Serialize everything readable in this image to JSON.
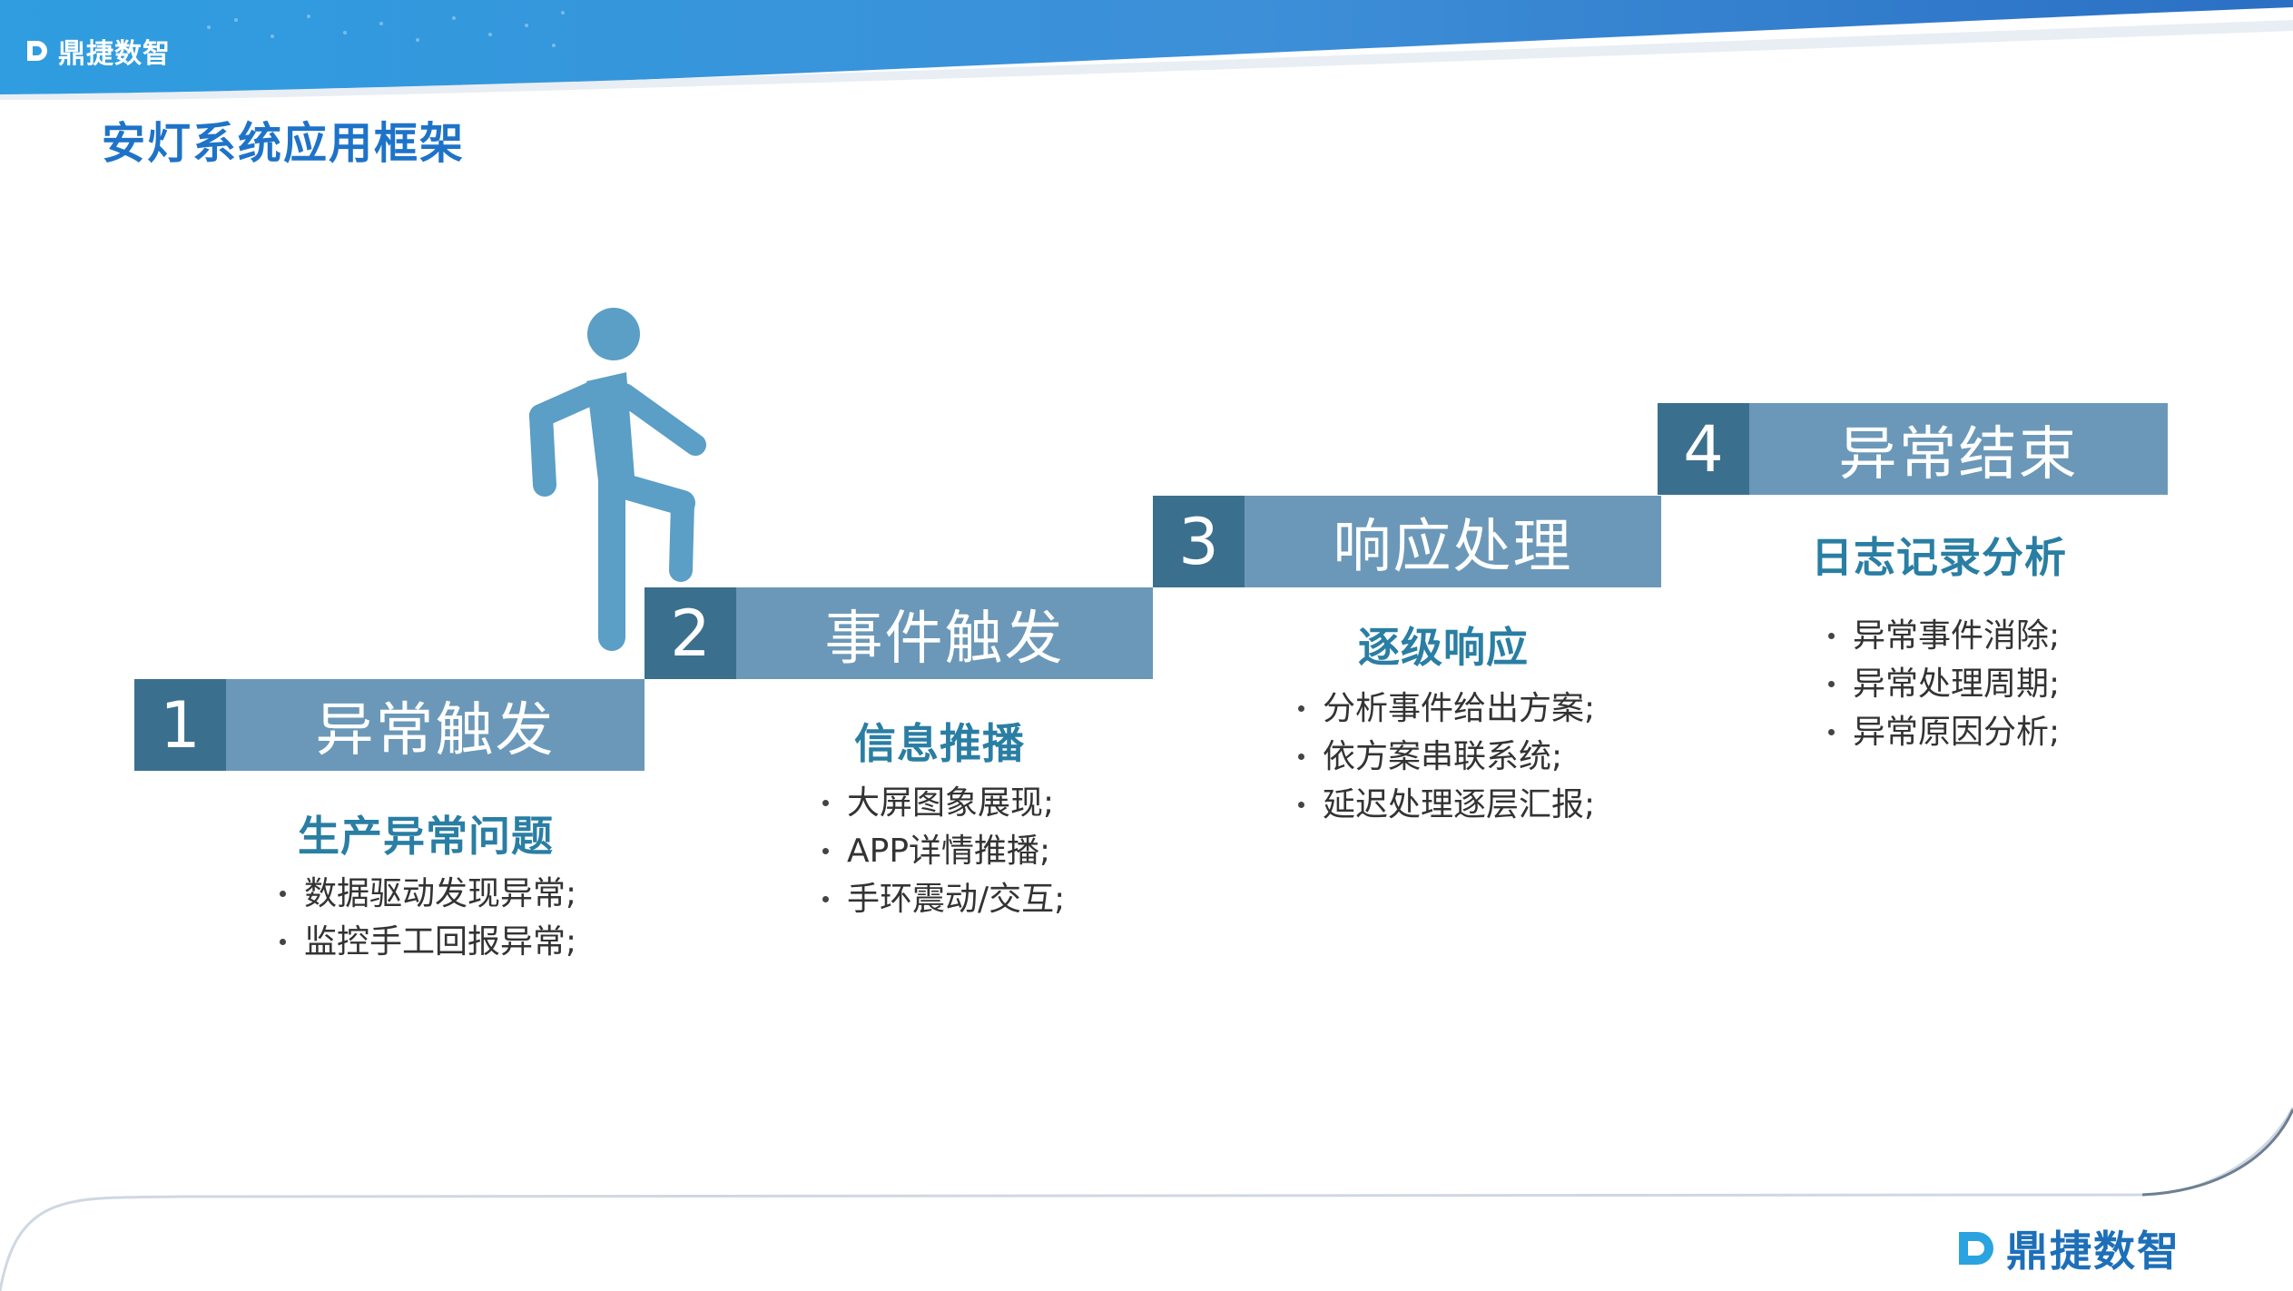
{
  "brand": {
    "name": "鼎捷数智"
  },
  "title": "安灯系统应用框架",
  "colors": {
    "accent": "#1e73c8",
    "step_number": "#3b6f8e",
    "step_label": "#6b98b8",
    "subtitle": "#2a7ea3",
    "figure": "#5b9ec6"
  },
  "steps": [
    {
      "number": "1",
      "label": "异常触发",
      "subtitle": "生产异常问题",
      "items": [
        "数据驱动发现异常;",
        "监控手工回报异常;"
      ]
    },
    {
      "number": "2",
      "label": "事件触发",
      "subtitle": "信息推播",
      "items": [
        "大屏图象展现;",
        "APP详情推播;",
        "手环震动/交互;"
      ]
    },
    {
      "number": "3",
      "label": "响应处理",
      "subtitle": "逐级响应",
      "items": [
        "分析事件给出方案;",
        "依方案串联系统;",
        "延迟处理逐层汇报;"
      ]
    },
    {
      "number": "4",
      "label": "异常结束",
      "subtitle": "日志记录分析",
      "items": [
        "异常事件消除;",
        "异常处理周期;",
        "异常原因分析;"
      ]
    }
  ]
}
